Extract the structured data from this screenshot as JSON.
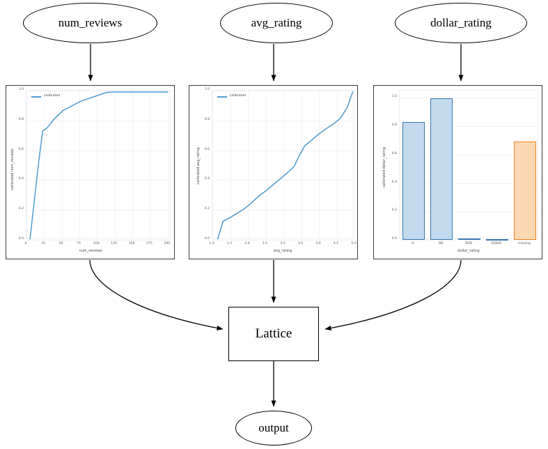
{
  "graph": {
    "input_nodes": [
      {
        "id": "num_reviews",
        "label": "num_reviews"
      },
      {
        "id": "avg_rating",
        "label": "avg_rating"
      },
      {
        "id": "dollar_rating",
        "label": "dollar_rating"
      }
    ],
    "lattice_label": "Lattice",
    "output_label": "output",
    "edge_color": "#000000"
  },
  "colors": {
    "line": "#4e9bce",
    "bar_fill_blue": "#c3d9ee",
    "bar_edge_blue": "#3a76af",
    "bar_fill_orange": "#fcd8b2",
    "bar_edge_orange": "#f0821e",
    "panel_border": "#3b3b3b",
    "grid": "#f2f3f5",
    "text": "#555555"
  },
  "chart_data": [
    {
      "type": "line",
      "id": "num_reviews_calibrator",
      "title": "",
      "xlabel": "num_reviews",
      "ylabel": "calibrated num_reviews",
      "legend": [
        "calibrated"
      ],
      "legend_position": "upper left",
      "grid": true,
      "xlim": [
        0,
        205
      ],
      "ylim": [
        -0.03,
        1.03
      ],
      "xticks": [
        "0",
        "25",
        "50",
        "75",
        "100",
        "125",
        "150",
        "175",
        "200"
      ],
      "xtick_values": [
        0,
        25,
        50,
        75,
        100,
        125,
        150,
        175,
        200
      ],
      "yticks": [
        "0.0",
        "0.2",
        "0.4",
        "0.6",
        "0.8",
        "1.0"
      ],
      "ytick_values": [
        0.0,
        0.2,
        0.4,
        0.6,
        0.8,
        1.0
      ],
      "series": [
        {
          "name": "calibrated",
          "x": [
            5,
            11,
            17,
            23,
            29,
            40,
            52,
            64,
            76,
            88,
            100,
            112,
            118,
            130,
            150,
            170,
            190,
            200
          ],
          "y": [
            0.005,
            0.26,
            0.51,
            0.735,
            0.755,
            0.82,
            0.875,
            0.905,
            0.935,
            0.955,
            0.975,
            0.995,
            1.0,
            1.0,
            1.0,
            1.0,
            1.0,
            1.0
          ]
        }
      ]
    },
    {
      "type": "line",
      "id": "avg_rating_calibrator",
      "title": "",
      "xlabel": "avg_rating",
      "ylabel": "calibrated avg_rating",
      "legend": [
        "calibrated"
      ],
      "legend_position": "upper left",
      "grid": true,
      "xlim": [
        1.0,
        5.0
      ],
      "ylim": [
        -0.03,
        1.03
      ],
      "xticks": [
        "1.0",
        "1.5",
        "2.0",
        "2.5",
        "3.0",
        "3.5",
        "4.0",
        "4.5",
        "5.0"
      ],
      "xtick_values": [
        1.0,
        1.5,
        2.0,
        2.5,
        3.0,
        3.5,
        4.0,
        4.5,
        5.0
      ],
      "yticks": [
        "0.0",
        "0.2",
        "0.4",
        "0.6",
        "0.8",
        "1.0"
      ],
      "ytick_values": [
        0.0,
        0.2,
        0.4,
        0.6,
        0.8,
        1.0
      ],
      "series": [
        {
          "name": "calibrated",
          "x": [
            1.15,
            1.3,
            1.5,
            1.7,
            1.9,
            2.1,
            2.3,
            2.5,
            2.7,
            2.9,
            3.1,
            3.3,
            3.45,
            3.6,
            3.8,
            4.0,
            4.2,
            4.4,
            4.6,
            4.8,
            4.9,
            4.95
          ],
          "y": [
            0.0,
            0.12,
            0.145,
            0.175,
            0.205,
            0.245,
            0.29,
            0.325,
            0.365,
            0.405,
            0.445,
            0.49,
            0.565,
            0.63,
            0.67,
            0.71,
            0.745,
            0.775,
            0.815,
            0.89,
            0.96,
            1.0
          ]
        }
      ]
    },
    {
      "type": "bar",
      "id": "dollar_rating_calibrator",
      "title": "",
      "xlabel": "dollar_rating",
      "ylabel": "calibrated dollar_rating",
      "grid": true,
      "ylim": [
        -0.02,
        1.05
      ],
      "yticks": [
        "0.0",
        "0.2",
        "0.4",
        "0.6",
        "0.8",
        "1.0"
      ],
      "ytick_values": [
        0.0,
        0.2,
        0.4,
        0.6,
        0.8,
        1.0
      ],
      "categories": [
        "D",
        "DD",
        "DDD",
        "DDDD",
        "missing"
      ],
      "values": [
        0.832,
        0.995,
        0.008,
        0.0,
        0.693
      ],
      "bar_colors": [
        "blue",
        "blue",
        "blue",
        "blue",
        "orange"
      ]
    }
  ]
}
